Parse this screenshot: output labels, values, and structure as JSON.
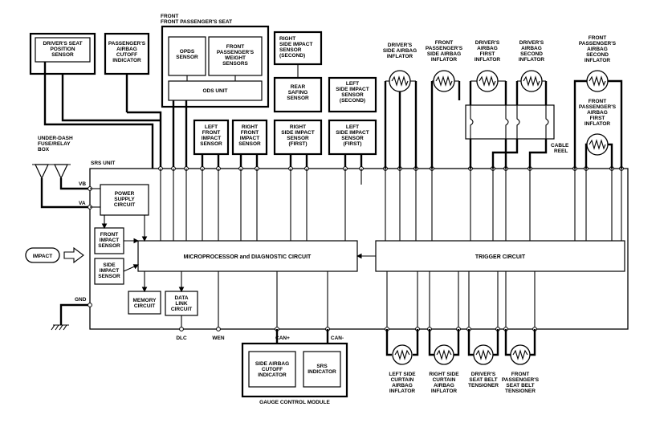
{
  "diagram": {
    "front_passenger_seat_group": "FRONT PASSENGER'S SEAT",
    "srs_unit": "SRS UNIT",
    "under_dash_box": [
      "UNDER-DASH",
      "FUSE/RELAY",
      "BOX"
    ],
    "terminals": {
      "vb": "VB",
      "va": "VA",
      "gnd": "GND"
    },
    "impact": "IMPACT",
    "microprocessor": "MICROPROCESSOR and DIAGNOSTIC CIRCUIT",
    "trigger_circuit": "TRIGGER CIRCUIT",
    "power_supply": [
      "POWER",
      "SUPPLY",
      "CIRCUIT"
    ],
    "front_impact_sensor": [
      "FRONT",
      "IMPACT",
      "SENSOR"
    ],
    "side_impact_sensor": [
      "SIDE",
      "IMPACT",
      "SENSOR"
    ],
    "memory_circuit": [
      "MEMORY",
      "CIRCUIT"
    ],
    "data_link_circuit": [
      "DATA",
      "LINK",
      "CIRCUIT"
    ],
    "drivers_seat_position_sensor": [
      "DRIVER'S SEAT",
      "POSITION",
      "SENSOR"
    ],
    "passengers_airbag_cutoff": [
      "PASSENGER'S",
      "AIRBAG",
      "CUTOFF",
      "INDICATOR"
    ],
    "opds_sensor": [
      "OPDS",
      "SENSOR"
    ],
    "front_passengers_weight_sensors": [
      "FRONT",
      "PASSENGER'S",
      "WEIGHT",
      "SENSORS"
    ],
    "ods_unit": "ODS UNIT",
    "left_front_impact_sensor": [
      "LEFT",
      "FRONT",
      "IMPACT",
      "SENSOR"
    ],
    "right_front_impact_sensor": [
      "RIGHT",
      "FRONT",
      "IMPACT",
      "SENSOR"
    ],
    "right_side_impact_second": [
      "RIGHT",
      "SIDE IMPACT",
      "SENSOR",
      "(SECOND)"
    ],
    "rear_safing_sensor": [
      "REAR",
      "SAFING",
      "SENSOR"
    ],
    "left_side_impact_second": [
      "LEFT",
      "SIDE IMPACT",
      "SENSOR",
      "(SECOND)"
    ],
    "right_side_impact_first": [
      "RIGHT",
      "SIDE IMPACT",
      "SENSOR",
      "(FIRST)"
    ],
    "left_side_impact_first": [
      "LEFT",
      "SIDE IMPACT",
      "SENSOR",
      "(FIRST)"
    ],
    "drivers_side_airbag": [
      "DRIVER'S",
      "SIDE AIRBAG",
      "INFLATOR"
    ],
    "front_passengers_side_airbag": [
      "FRONT",
      "PASSENGER'S",
      "SIDE AIRBAG",
      "INFLATOR"
    ],
    "drivers_airbag_first": [
      "DRIVER'S",
      "AIRBAG",
      "FIRST",
      "INFLATOR"
    ],
    "drivers_airbag_second": [
      "DRIVER'S",
      "AIRBAG",
      "SECOND",
      "INFLATOR"
    ],
    "front_passengers_airbag_second": [
      "FRONT",
      "PASSENGER'S",
      "AIRBAG",
      "SECOND",
      "INFLATOR"
    ],
    "front_passengers_airbag_first": [
      "FRONT",
      "PASSENGER'S",
      "AIRBAG",
      "FIRST",
      "INFLATOR"
    ],
    "cable_reel": [
      "CABLE",
      "REEL"
    ],
    "left_side_curtain": [
      "LEFT SIDE",
      "CURTAIN",
      "AIRBAG",
      "INFLATOR"
    ],
    "right_side_curtain": [
      "RIGHT SIDE",
      "CURTAIN",
      "AIRBAG",
      "INFLATOR"
    ],
    "drivers_seat_belt_tensioner": [
      "DRIVER'S",
      "SEAT BELT",
      "TENSIONER"
    ],
    "front_passengers_seat_belt_tensioner": [
      "FRONT",
      "PASSENGER'S",
      "SEAT BELT",
      "TENSIONER"
    ],
    "bottom_terminals": {
      "dlc": "DLC",
      "wen": "WEN",
      "can_plus": "CAN+",
      "can_minus": "CAN-"
    },
    "side_airbag_cutoff": [
      "SIDE AIRBAG",
      "CUTOFF",
      "INDICATOR"
    ],
    "srs_indicator": [
      "SRS",
      "INDICATOR"
    ],
    "gauge_control_module": "GAUGE CONTROL MODULE"
  }
}
